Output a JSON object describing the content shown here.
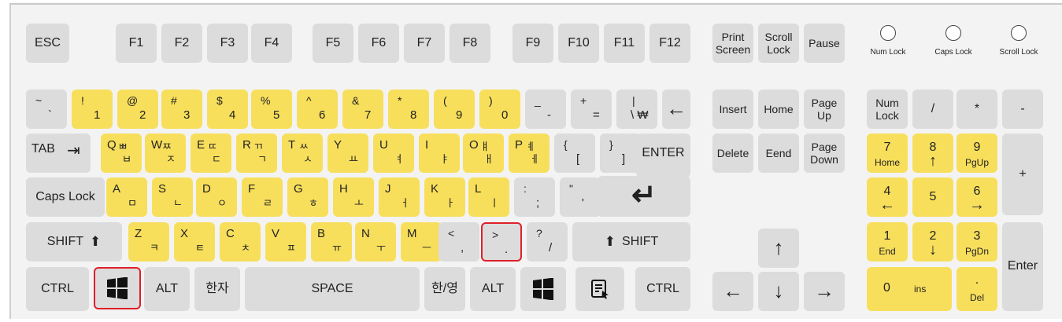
{
  "function_row": {
    "esc": "ESC",
    "f": [
      "F1",
      "F2",
      "F3",
      "F4",
      "F5",
      "F6",
      "F7",
      "F8",
      "F9",
      "F10",
      "F11",
      "F12"
    ],
    "print_screen": [
      "Print",
      "Screen"
    ],
    "scroll_lock": [
      "Scroll",
      "Lock"
    ],
    "pause": "Pause"
  },
  "indicators": [
    "Num Lock",
    "Caps Lock",
    "Scroll Lock"
  ],
  "number_row": [
    {
      "top": "~",
      "bottom": "`"
    },
    {
      "top": "!",
      "bottom": "1"
    },
    {
      "top": "@",
      "bottom": "2"
    },
    {
      "top": "#",
      "bottom": "3"
    },
    {
      "top": "$",
      "bottom": "4"
    },
    {
      "top": "%",
      "bottom": "5"
    },
    {
      "top": "^",
      "bottom": "6"
    },
    {
      "top": "&",
      "bottom": "7"
    },
    {
      "top": "*",
      "bottom": "8"
    },
    {
      "top": "(",
      "bottom": "9"
    },
    {
      "top": ")",
      "bottom": "0"
    },
    {
      "top": "_",
      "bottom": "-"
    },
    {
      "top": "+",
      "bottom": "="
    },
    {
      "top": "|",
      "bottom": "\\ ₩"
    }
  ],
  "backspace_icon": "←",
  "tab": "TAB",
  "tab_icon": "⇥",
  "qwerty_row": [
    {
      "l": "Q",
      "h1": "ㅃ",
      "h2": "ㅂ"
    },
    {
      "l": "W",
      "h1": "ㅉ",
      "h2": "ㅈ"
    },
    {
      "l": "E",
      "h1": "ㄸ",
      "h2": "ㄷ"
    },
    {
      "l": "R",
      "h1": "ㄲ",
      "h2": "ㄱ"
    },
    {
      "l": "T",
      "h1": "ㅆ",
      "h2": "ㅅ"
    },
    {
      "l": "Y",
      "h1": "",
      "h2": "ㅛ"
    },
    {
      "l": "U",
      "h1": "",
      "h2": "ㅕ"
    },
    {
      "l": "I",
      "h1": "",
      "h2": "ㅑ"
    },
    {
      "l": "O",
      "h1": "ㅒ",
      "h2": "ㅐ"
    },
    {
      "l": "P",
      "h1": "ㅖ",
      "h2": "ㅔ"
    }
  ],
  "bracket_keys": [
    {
      "top": "{",
      "bottom": "["
    },
    {
      "top": "}",
      "bottom": "]"
    }
  ],
  "enter": "ENTER",
  "enter_icon": "↵",
  "caps_lock": "Caps Lock",
  "home_row": [
    {
      "l": "A",
      "h": "ㅁ"
    },
    {
      "l": "S",
      "h": "ㄴ"
    },
    {
      "l": "D",
      "h": "ㅇ"
    },
    {
      "l": "F",
      "h": "ㄹ"
    },
    {
      "l": "G",
      "h": "ㅎ"
    },
    {
      "l": "H",
      "h": "ㅗ"
    },
    {
      "l": "J",
      "h": "ㅓ"
    },
    {
      "l": "K",
      "h": "ㅏ"
    },
    {
      "l": "L",
      "h": "ㅣ"
    }
  ],
  "home_punct": [
    {
      "top": ":",
      "bottom": ";"
    },
    {
      "top": "\"",
      "bottom": "'"
    }
  ],
  "shift": "SHIFT",
  "shift_icon": "⬆",
  "bottom_letters": [
    {
      "l": "Z",
      "h": "ㅋ"
    },
    {
      "l": "X",
      "h": "ㅌ"
    },
    {
      "l": "C",
      "h": "ㅊ"
    },
    {
      "l": "V",
      "h": "ㅍ"
    },
    {
      "l": "B",
      "h": "ㅠ"
    },
    {
      "l": "N",
      "h": "ㅜ"
    },
    {
      "l": "M",
      "h": "ㅡ"
    }
  ],
  "bottom_punct": [
    {
      "top": "<",
      "bottom": ","
    },
    {
      "top": ">",
      "bottom": "."
    },
    {
      "top": "?",
      "bottom": "/"
    }
  ],
  "space_row": {
    "ctrl": "CTRL",
    "alt": "ALT",
    "hanja": "한자",
    "space": "SPACE",
    "hanyoung": "한/영",
    "windows_icon": "windows-logo",
    "menu_icon": "context-menu"
  },
  "nav_cluster": {
    "insert": "Insert",
    "home": "Home",
    "page_up": [
      "Page",
      "Up"
    ],
    "delete": "Delete",
    "end": "Eend",
    "page_down": [
      "Page",
      "Down"
    ]
  },
  "arrows": {
    "up": "↑",
    "down": "↓",
    "left": "←",
    "right": "→"
  },
  "numpad": {
    "num_lock": [
      "Num",
      "Lock"
    ],
    "divide": "/",
    "multiply": "*",
    "minus": "-",
    "plus": "+",
    "enter": "Enter",
    "k7": {
      "main": "7",
      "sub": "Home"
    },
    "k8": {
      "main": "8",
      "sub": "↑"
    },
    "k9": {
      "main": "9",
      "sub": "PgUp"
    },
    "k4": {
      "main": "4",
      "sub": "←"
    },
    "k5": {
      "main": "5",
      "sub": ""
    },
    "k6": {
      "main": "6",
      "sub": "→"
    },
    "k1": {
      "main": "1",
      "sub": "End"
    },
    "k2": {
      "main": "2",
      "sub": "↓"
    },
    "k3": {
      "main": "3",
      "sub": "PgDn"
    },
    "k0": {
      "main": "0",
      "sub": "ins"
    },
    "dot": {
      "main": ".",
      "sub": "Del"
    }
  },
  "colors": {
    "key": "#dcdcdc",
    "highlight_key": "#f7df5c",
    "selection_outline": "#e0202a",
    "board": "#f3f3f3"
  }
}
